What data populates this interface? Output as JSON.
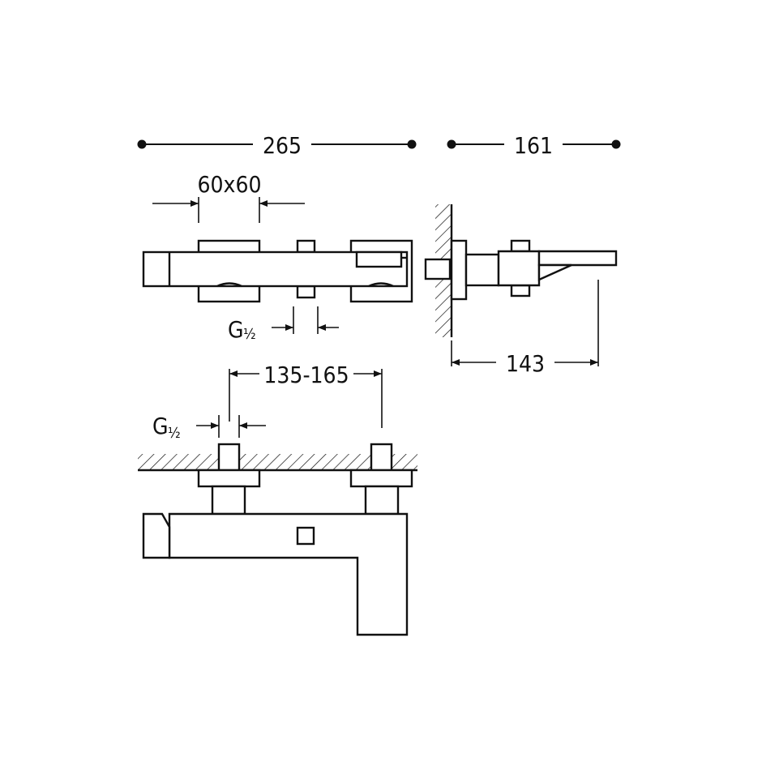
{
  "dimensions": {
    "overall_width": "265",
    "overall_depth": "161",
    "flange": "60x60",
    "thread_top": "G",
    "thread_top_fraction": "½",
    "projection": "143",
    "centers": "135-165",
    "thread_bottom": "G",
    "thread_bottom_fraction": "½"
  },
  "colors": {
    "line": "#111111",
    "background": "#ffffff"
  }
}
